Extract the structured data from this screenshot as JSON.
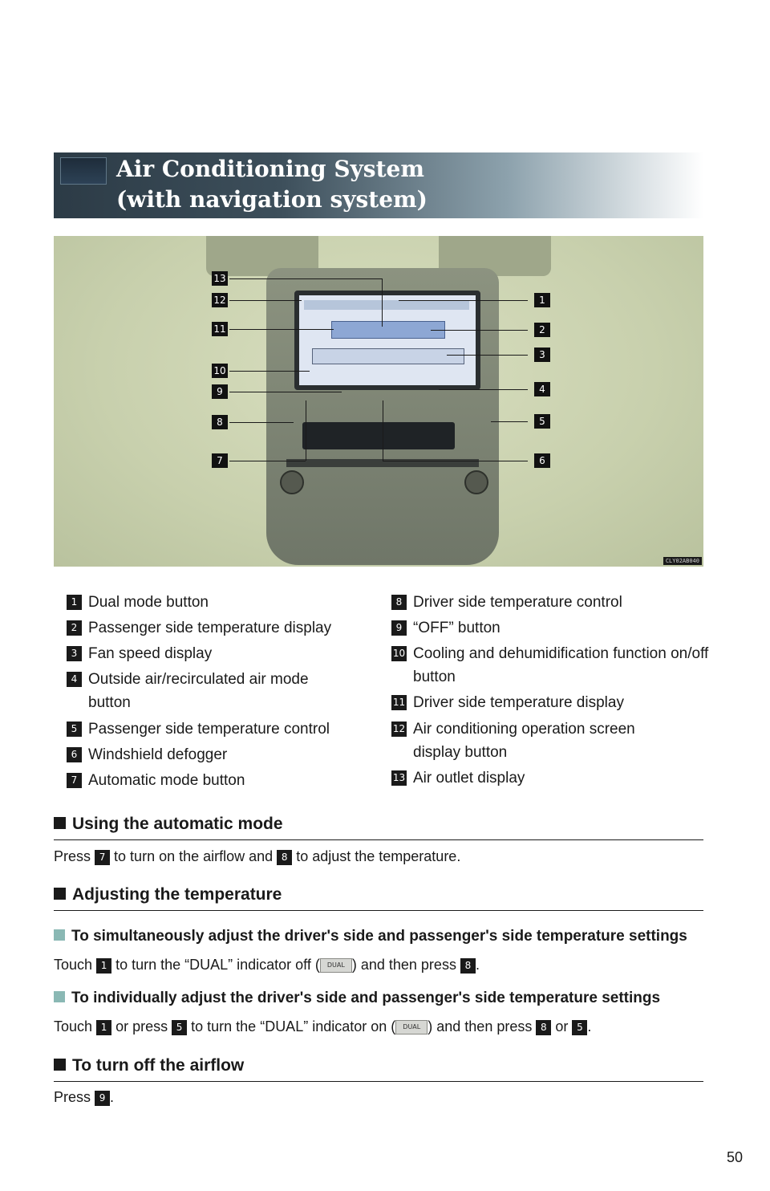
{
  "header": {
    "title_line1": "Air Conditioning System",
    "title_line2": "(with navigation system)"
  },
  "photo": {
    "code": "CLY02AB040"
  },
  "callouts": [
    "1",
    "2",
    "3",
    "4",
    "5",
    "6",
    "7",
    "8",
    "9",
    "10",
    "11",
    "12",
    "13"
  ],
  "legend": [
    {
      "num": "1",
      "text": "Dual mode button"
    },
    {
      "num": "2",
      "text": "Passenger side temperature display"
    },
    {
      "num": "3",
      "text": "Fan speed display"
    },
    {
      "num": "4",
      "text": "Outside air/recirculated air mode button"
    },
    {
      "num": "5",
      "text": "Passenger side temperature control"
    },
    {
      "num": "6",
      "text": "Windshield defogger"
    },
    {
      "num": "7",
      "text": "Automatic mode button"
    },
    {
      "num": "8",
      "text": "Driver side temperature control"
    },
    {
      "num": "9",
      "text": "“OFF” button"
    },
    {
      "num": "10",
      "text": "Cooling and dehumidification function on/off button"
    },
    {
      "num": "11",
      "text": "Driver side temperature display"
    },
    {
      "num": "12",
      "text": "Air conditioning operation screen display button"
    },
    {
      "num": "13",
      "text": "Air outlet display"
    }
  ],
  "sections": {
    "auto": {
      "heading": "Using the automatic mode",
      "p1": "Press",
      "b1": "7",
      "p2": "to turn on the airflow and",
      "b2": "8",
      "p3": "to adjust the temperature."
    },
    "temp": {
      "heading": "Adjusting the temperature",
      "sub1": {
        "heading": "To simultaneously adjust the driver's side and passenger's side temperature settings",
        "p1": "Touch",
        "b1": "1",
        "p2": "to turn the “DUAL” indicator off (",
        "ind": "DUAL",
        "p3": ") and then press",
        "b2": "8",
        "p4": "."
      },
      "sub2": {
        "heading": "To individually adjust the driver's side and passenger's side temperature settings",
        "p1": "Touch",
        "b1": "1",
        "p2": "or press",
        "b2": "5",
        "p3": "to turn the “DUAL” indicator on (",
        "ind": "DUAL",
        "p4": ") and then press",
        "b3": "8",
        "p5": "or",
        "b4": "5",
        "p6": "."
      }
    },
    "off": {
      "heading": "To turn off the airflow",
      "p1": "Press",
      "b1": "9",
      "p2": "."
    }
  },
  "page_number": "50"
}
